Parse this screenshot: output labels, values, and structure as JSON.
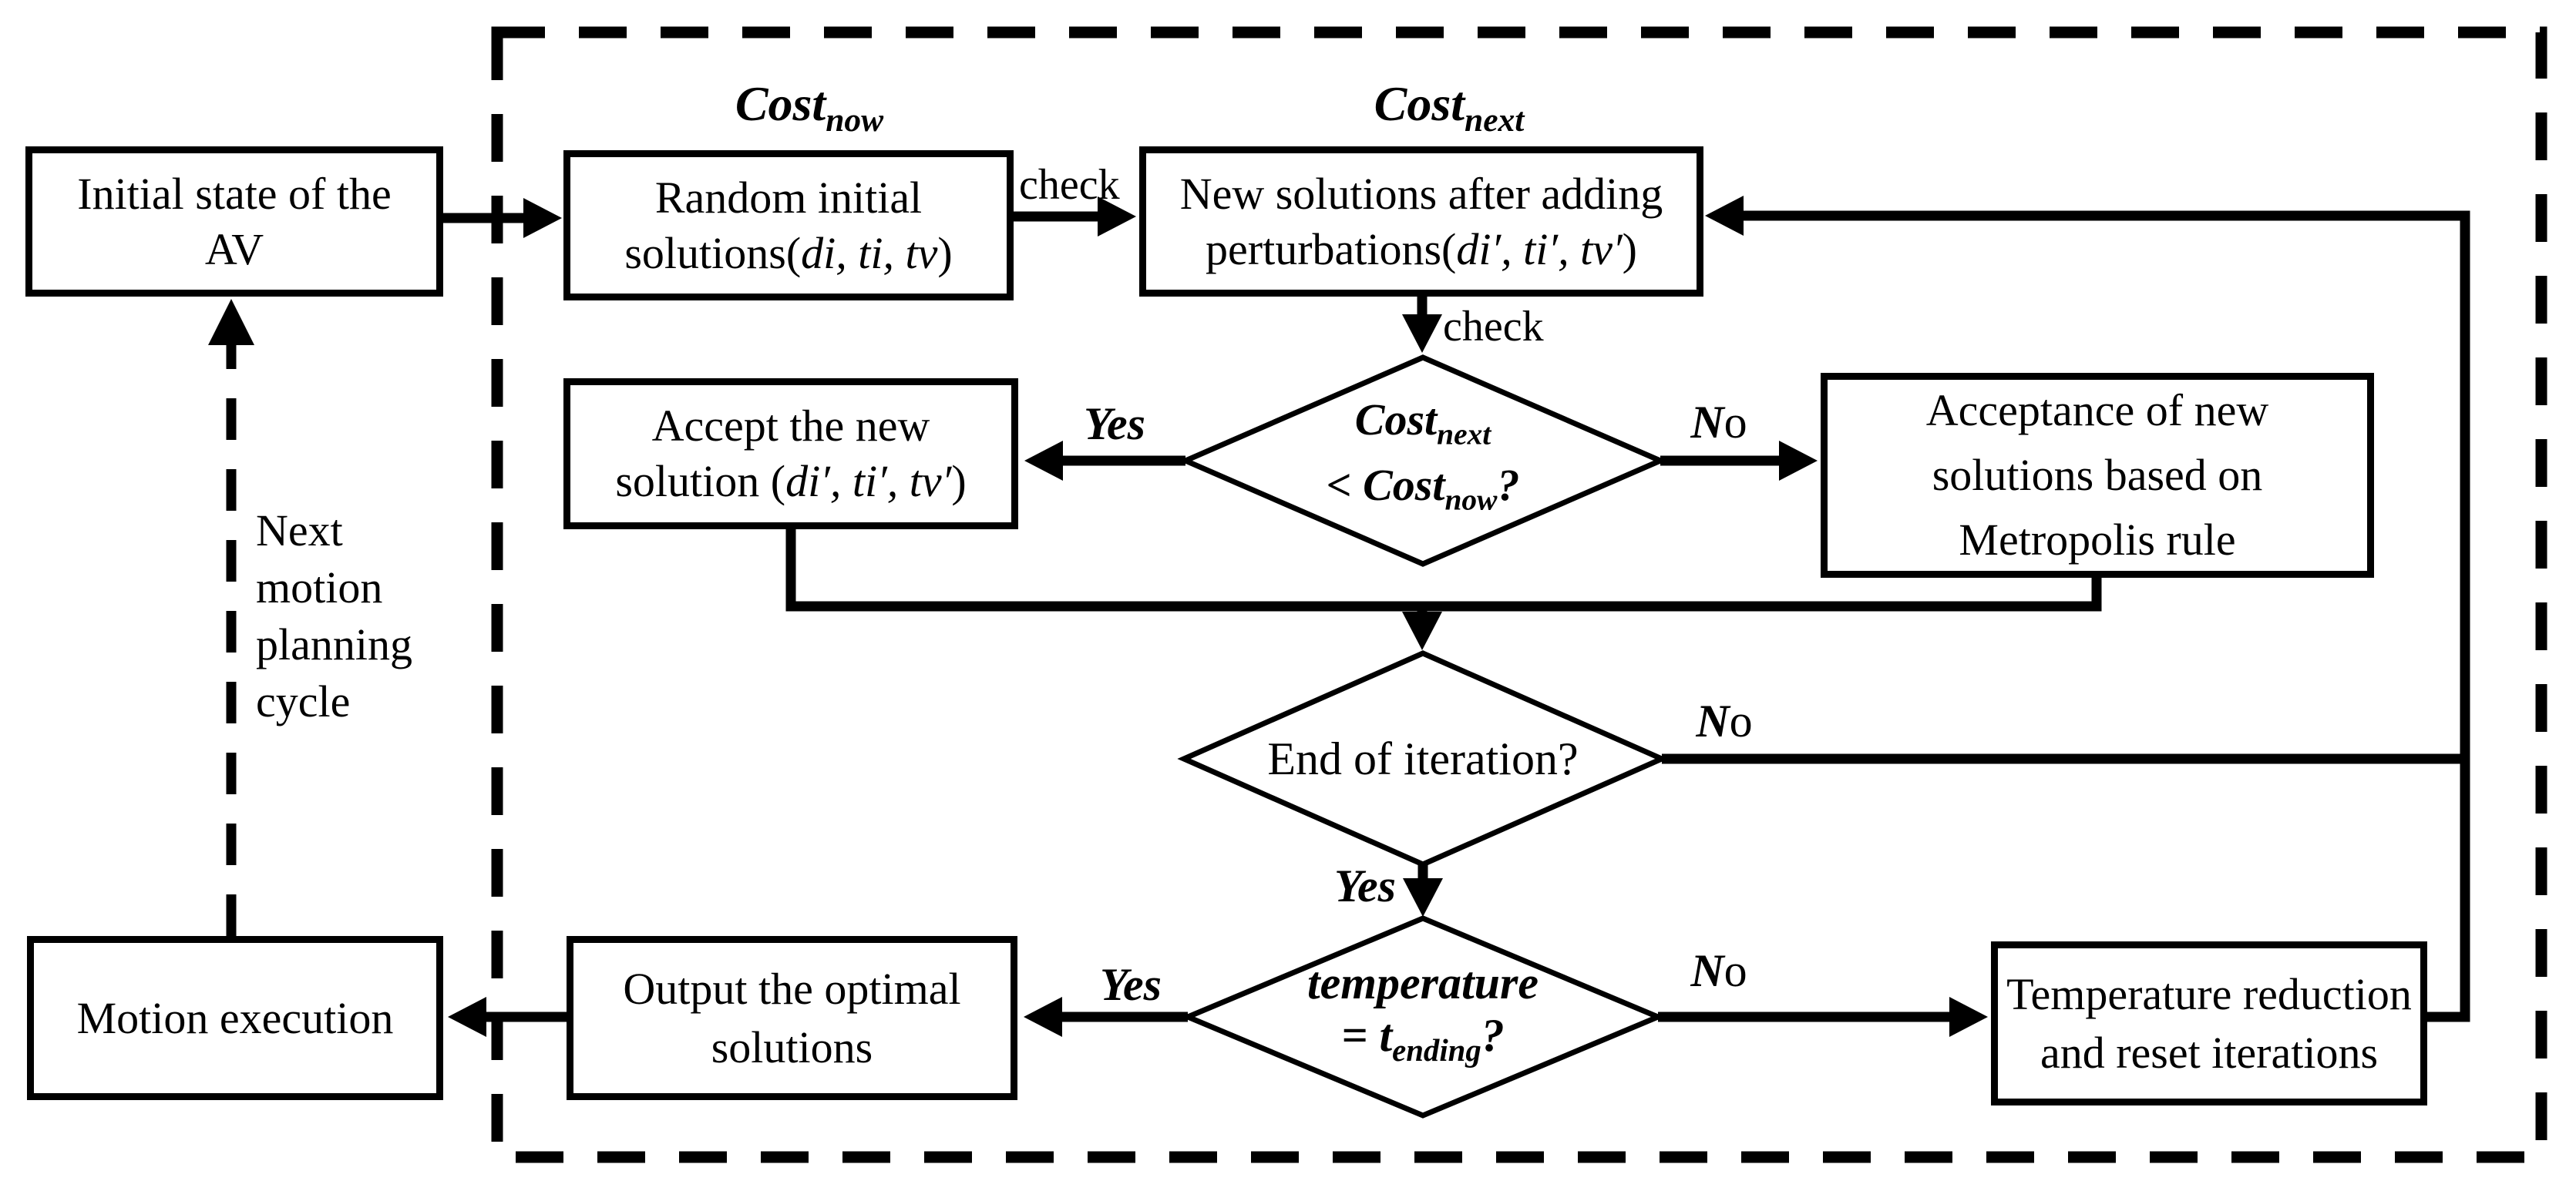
{
  "figure": {
    "colors": {
      "ink": "#000000",
      "background": "#ffffff"
    },
    "boxes": {
      "initial_state": "Initial state of the\nAV",
      "random_initial": {
        "line1": "Random initial",
        "line2_pre": "solutions(",
        "line2_math": "di, ti, tv",
        "line2_post": ")"
      },
      "new_solutions": {
        "line1": "New solutions after adding",
        "line2_pre": "perturbations(",
        "line2_math": "di′, ti′, tv′",
        "line2_post": ")"
      },
      "accept": {
        "line1": "Accept the new",
        "line2_pre": "solution (",
        "line2_math": "di′, ti′, tv′",
        "line2_post": ")"
      },
      "metropolis": "Acceptance of new\nsolutions based on\nMetropolis rule",
      "motion_execution": "Motion execution",
      "output_optimal": "Output the optimal\nsolutions",
      "temp_reduction": "Temperature reduction\nand reset iterations"
    },
    "diamonds": {
      "cost": {
        "l1_base": "Cost",
        "l1_sub": "next",
        "l2_pre": "< ",
        "l2_base": "Cost",
        "l2_sub": "now",
        "l2_post": "?"
      },
      "end_iteration": "End of iteration?",
      "temperature": {
        "l1": "temperature",
        "l2_pre": "= ",
        "l2_base": "t",
        "l2_sub": "ending",
        "l2_post": "?"
      }
    },
    "cost_labels": {
      "now": {
        "base": "Cost",
        "sub": "now"
      },
      "next": {
        "base": "Cost",
        "sub": "next"
      }
    },
    "edge_labels": {
      "check_top": "check",
      "check_mid": "check",
      "yes_cost": "Yes",
      "no_cost": "No",
      "yes_end": "Yes",
      "no_end": "No",
      "yes_temp": "Yes",
      "no_temp": "No"
    },
    "side_note": "Next\nmotion\nplanning\ncycle"
  }
}
